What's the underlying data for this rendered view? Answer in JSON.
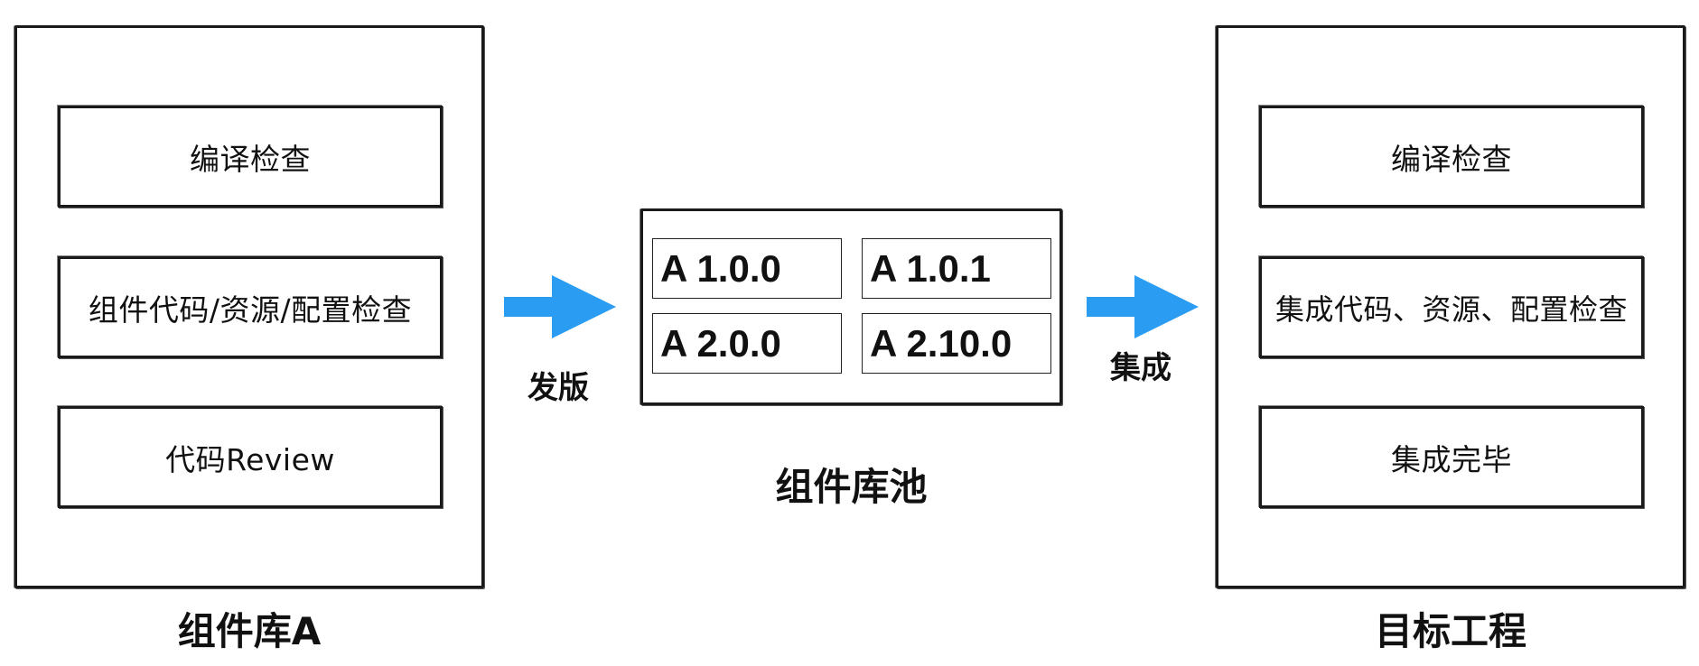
{
  "colors": {
    "arrow": "#2a9cf2",
    "stroke": "#1a1a1a"
  },
  "left": {
    "title": "组件库A",
    "steps": [
      "编译检查",
      "组件代码/资源/配置检查",
      "代码Review"
    ]
  },
  "arrow1": {
    "label": "发版",
    "icon": "right-arrow-icon"
  },
  "pool": {
    "title": "组件库池",
    "versions": [
      "A 1.0.0",
      "A 1.0.1",
      "A 2.0.0",
      "A 2.10.0"
    ]
  },
  "arrow2": {
    "label": "集成",
    "icon": "right-arrow-icon"
  },
  "right": {
    "title": "目标工程",
    "steps": [
      "编译检查",
      "集成代码、资源、配置检查",
      "集成完毕"
    ]
  }
}
